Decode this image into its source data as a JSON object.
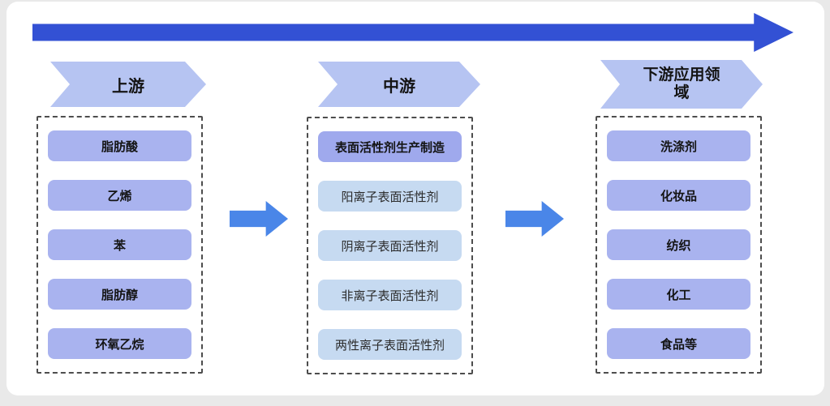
{
  "diagram": {
    "type": "industry-chain-flow",
    "colors": {
      "top_arrow": "#3351d4",
      "flow_arrow": "#4a86e8",
      "header_chevron": "#b6c4f2",
      "solid_box": "#a9b3ef",
      "solid_box_dark": "#9fa9ed",
      "light_box": "#c6daf1",
      "dashed_border": "#4d4d4d",
      "panel_bg": "#ffffff",
      "page_bg": "#e9e9e9"
    },
    "columns": [
      {
        "header": "上游",
        "items": [
          "脂肪酸",
          "乙烯",
          "苯",
          "脂肪醇",
          "环氧乙烷"
        ]
      },
      {
        "header": "中游",
        "items": [
          "表面活性剂生产制造",
          "阳离子表面活性剂",
          "阴离子表面活性剂",
          "非离子表面活性剂",
          "两性离子表面活性剂"
        ]
      },
      {
        "header": "下游应用领域",
        "items": [
          "洗涤剂",
          "化妆品",
          "纺织",
          "化工",
          "食品等"
        ]
      }
    ]
  }
}
